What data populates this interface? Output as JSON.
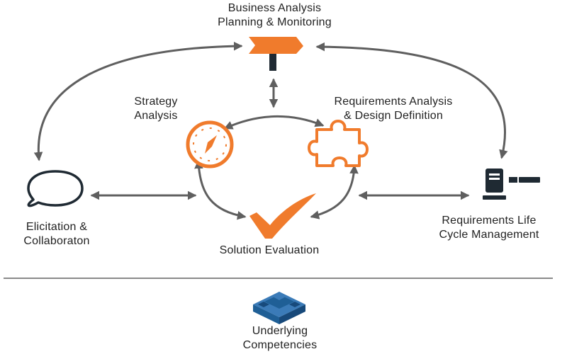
{
  "nodes": {
    "planning": {
      "lines": [
        "Business Analysis",
        "Planning & Monitoring"
      ],
      "icon": "signpost-icon"
    },
    "strategy": {
      "lines": [
        "Strategy",
        "Analysis"
      ],
      "icon": "compass-icon"
    },
    "requirements": {
      "lines": [
        "Requirements Analysis",
        "& Design Definition"
      ],
      "icon": "puzzle-piece-icon"
    },
    "elicitation": {
      "lines": [
        "Elicitation &",
        "Collaboraton"
      ],
      "icon": "speech-bubble-icon"
    },
    "evaluation": {
      "lines": [
        "Solution Evaluation"
      ],
      "icon": "checkmark-icon"
    },
    "lifecycle": {
      "lines": [
        "Requirements Life",
        "Cycle Management"
      ],
      "icon": "server-icon"
    },
    "competencies": {
      "lines": [
        "Underlying",
        "Competencies"
      ],
      "icon": "stacked-blocks-icon"
    }
  },
  "colors": {
    "arrow": "#5f5f5f",
    "accent": "#f07b2c",
    "dark_icon": "#1f2a33",
    "blocks": "#1f5f96",
    "divider": "#8a8a8a"
  }
}
